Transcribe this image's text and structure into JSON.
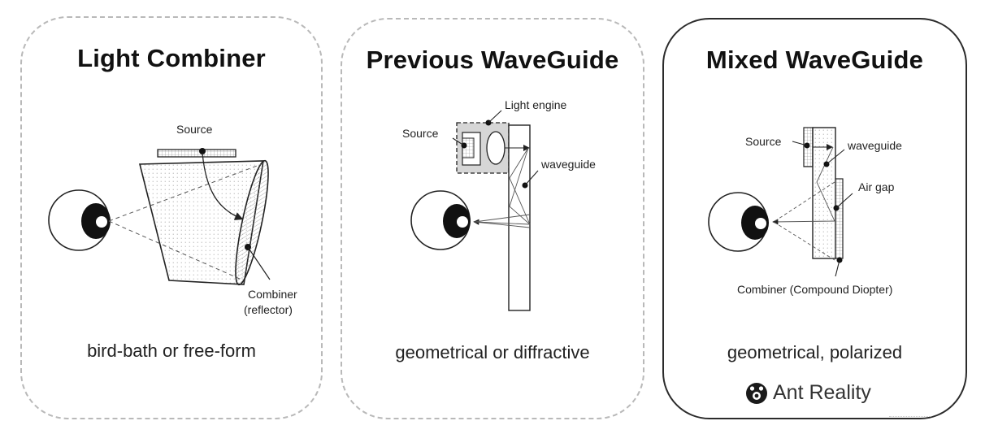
{
  "panels": [
    {
      "title": "Light Combiner",
      "caption": "bird-bath or free-form",
      "labels": {
        "source": "Source",
        "combiner": "Combiner",
        "combiner_sub": "(reflector)"
      }
    },
    {
      "title": "Previous WaveGuide",
      "caption": "geometrical or diffractive",
      "labels": {
        "source": "Source",
        "light_engine": "Light engine",
        "waveguide": "waveguide"
      }
    },
    {
      "title": "Mixed WaveGuide",
      "caption": "geometrical, polarized",
      "labels": {
        "source": "Source",
        "waveguide": "waveguide",
        "air_gap": "Air gap",
        "combiner": "Combiner (Compound Diopter)"
      },
      "brand": "Ant Reality"
    }
  ]
}
